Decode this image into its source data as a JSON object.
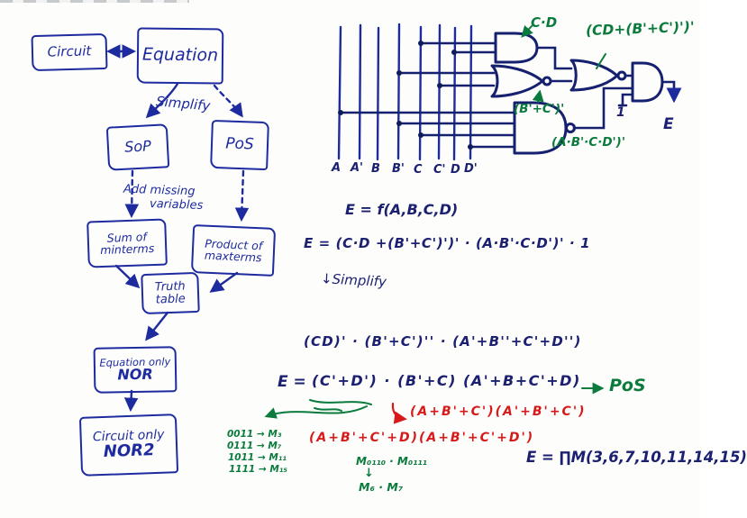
{
  "palette": {
    "ink_blue": "#1d2b9e",
    "ink_navy": "#1b2070",
    "ink_green": "#0b7b3d",
    "ink_red": "#d61a1a",
    "paper": "#fdfdfc"
  },
  "flowchart": {
    "boxes": {
      "circuit": {
        "label": "Circuit"
      },
      "equation": {
        "label": "Equation"
      },
      "sop": {
        "label": "SoP"
      },
      "pos": {
        "label": "PoS"
      },
      "sum_minterms": {
        "line1": "Sum of",
        "line2": "minterms"
      },
      "product_maxterms": {
        "line1": "Product of",
        "line2": "maxterms"
      },
      "truth_table": {
        "line1": "Truth",
        "line2": "table"
      },
      "equation_nor": {
        "line1": "Equation only",
        "line2": "NOR"
      },
      "circuit_nor2": {
        "line1": "Circuit only",
        "line2": "NOR2"
      }
    },
    "labels": {
      "simplify": "Simplify",
      "add_missing_line1": "Add missing",
      "add_missing_line2": "variables"
    }
  },
  "circuit": {
    "inputs": [
      "A",
      "A'",
      "B",
      "B'",
      "C",
      "C'",
      "D",
      "D'"
    ],
    "gate_annotations": {
      "and_output": "C·D",
      "nor1_output": "(B'+C')'",
      "nor2_output": "(CD+(B'+C')')'",
      "nand_output": "(A·B'·C·D')'",
      "constant_input": "1",
      "circuit_output": "E"
    }
  },
  "equations": {
    "definition": "E = f(A,B,C,D)",
    "raw": "E = (C·D +(B'+C')')' · (A·B'·C·D')' · 1",
    "simplify_step": "↓Simplify",
    "intermediate": "(CD)' · (B'+C')'' · (A'+B''+C'+D'')",
    "result_lhs": "E =",
    "result_rhs": "(C'+D') · (B'+C) (A'+B+C'+D)",
    "pos_tag": "PoS",
    "final": "E = ∏M(3,6,7,10,11,14,15)"
  },
  "red_notes": {
    "expansion1": "(A+B'+C')(A'+B'+C')",
    "expansion2": "(A+B'+C'+D)(A+B'+C'+D')"
  },
  "green_notes": {
    "maxterm_map": [
      "0011 → M₃",
      "0111 → M₇",
      "1011 → M₁₁",
      "1111 → M₁₅"
    ],
    "product_terms": "M₀₁₁₀ · M₀₁₁₁",
    "product_arrow": "↓",
    "product_result": "M₆ · M₇"
  }
}
